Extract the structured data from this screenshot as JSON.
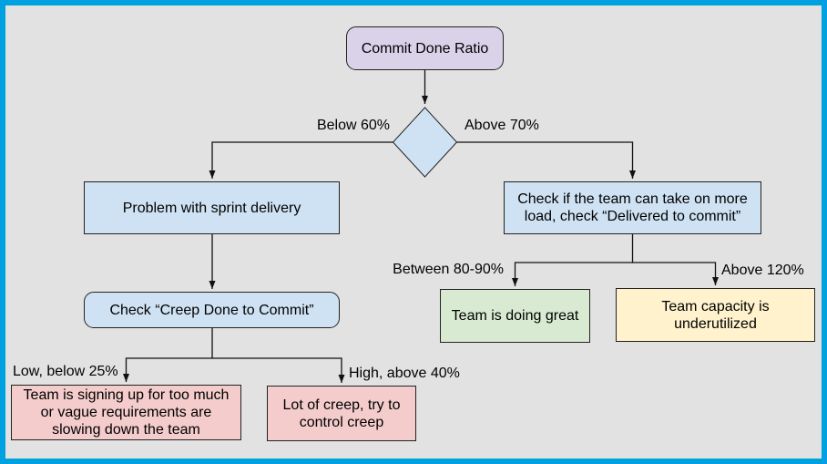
{
  "canvas": {
    "background": "#e2e2e2",
    "frame_color": "#00a1e0",
    "line_color": "#111111"
  },
  "nodes": {
    "start": {
      "label": "Commit Done Ratio",
      "fill": "#d9d2e9"
    },
    "decision": {
      "fill": "#cfe2f3"
    },
    "problem": {
      "label": "Problem with sprint delivery",
      "fill": "#cfe2f3"
    },
    "check_creep": {
      "label": "Check “Creep Done to Commit”",
      "fill": "#cfe2f3"
    },
    "check_load": {
      "label": "Check if the team can take on more\nload, check “Delivered to commit”",
      "fill": "#cfe2f3"
    },
    "too_much": {
      "label": "Team is signing up for too much\nor vague requirements are\nslowing down the team",
      "fill": "#f4cccc"
    },
    "lot_creep": {
      "label": "Lot of creep, try to\ncontrol creep",
      "fill": "#f4cccc"
    },
    "doing_great": {
      "label": "Team is doing great",
      "fill": "#d9ead3"
    },
    "underutilized": {
      "label": "Team capacity is\nunderutilized",
      "fill": "#fff2cc"
    }
  },
  "edge_labels": {
    "below_60": "Below 60%",
    "above_70": "Above 70%",
    "low_below_25": "Low, below 25%",
    "high_above_40": "High, above 40%",
    "between_80_90": "Between 80-90%",
    "above_120": "Above 120%"
  }
}
